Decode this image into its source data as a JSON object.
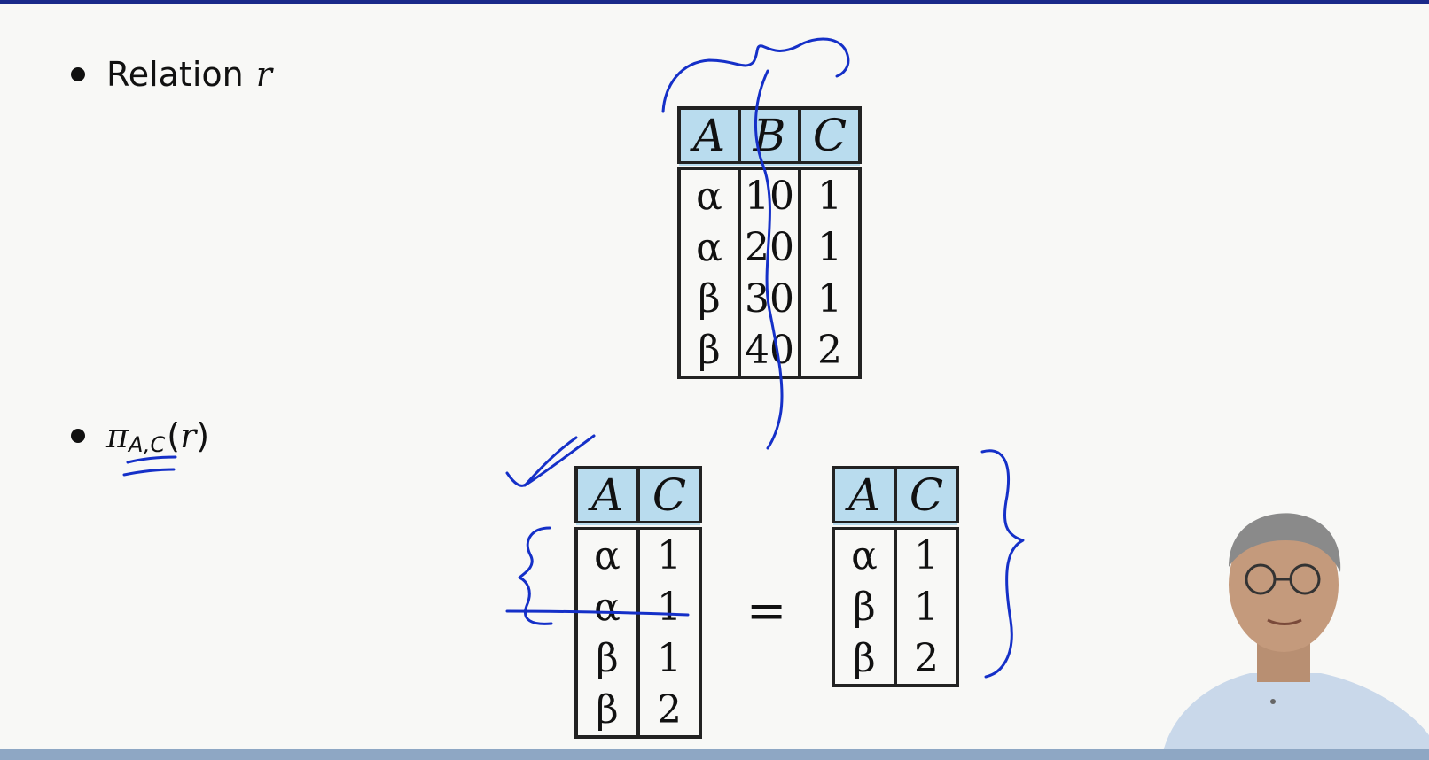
{
  "slide": {
    "bullet1": {
      "label": "Relation",
      "var": "r"
    },
    "bullet2": {
      "pi": "π",
      "subscript": "A,C",
      "open": "(",
      "var": "r",
      "close": ")"
    },
    "equals": "="
  },
  "relation_r": {
    "headers": [
      "A",
      "B",
      "C"
    ],
    "rows": [
      [
        "α",
        "10",
        "1"
      ],
      [
        "α",
        "20",
        "1"
      ],
      [
        "β",
        "30",
        "1"
      ],
      [
        "β",
        "40",
        "2"
      ]
    ]
  },
  "projection_raw": {
    "headers": [
      "A",
      "C"
    ],
    "rows": [
      [
        "α",
        "1"
      ],
      [
        "α",
        "1"
      ],
      [
        "β",
        "1"
      ],
      [
        "β",
        "2"
      ]
    ]
  },
  "projection_result": {
    "headers": [
      "A",
      "C"
    ],
    "rows": [
      [
        "α",
        "1"
      ],
      [
        "β",
        "1"
      ],
      [
        "β",
        "2"
      ]
    ]
  },
  "colors": {
    "header_fill": "#b9dcee",
    "ink": "#1530c8",
    "top_bar": "#1a2a8a"
  }
}
